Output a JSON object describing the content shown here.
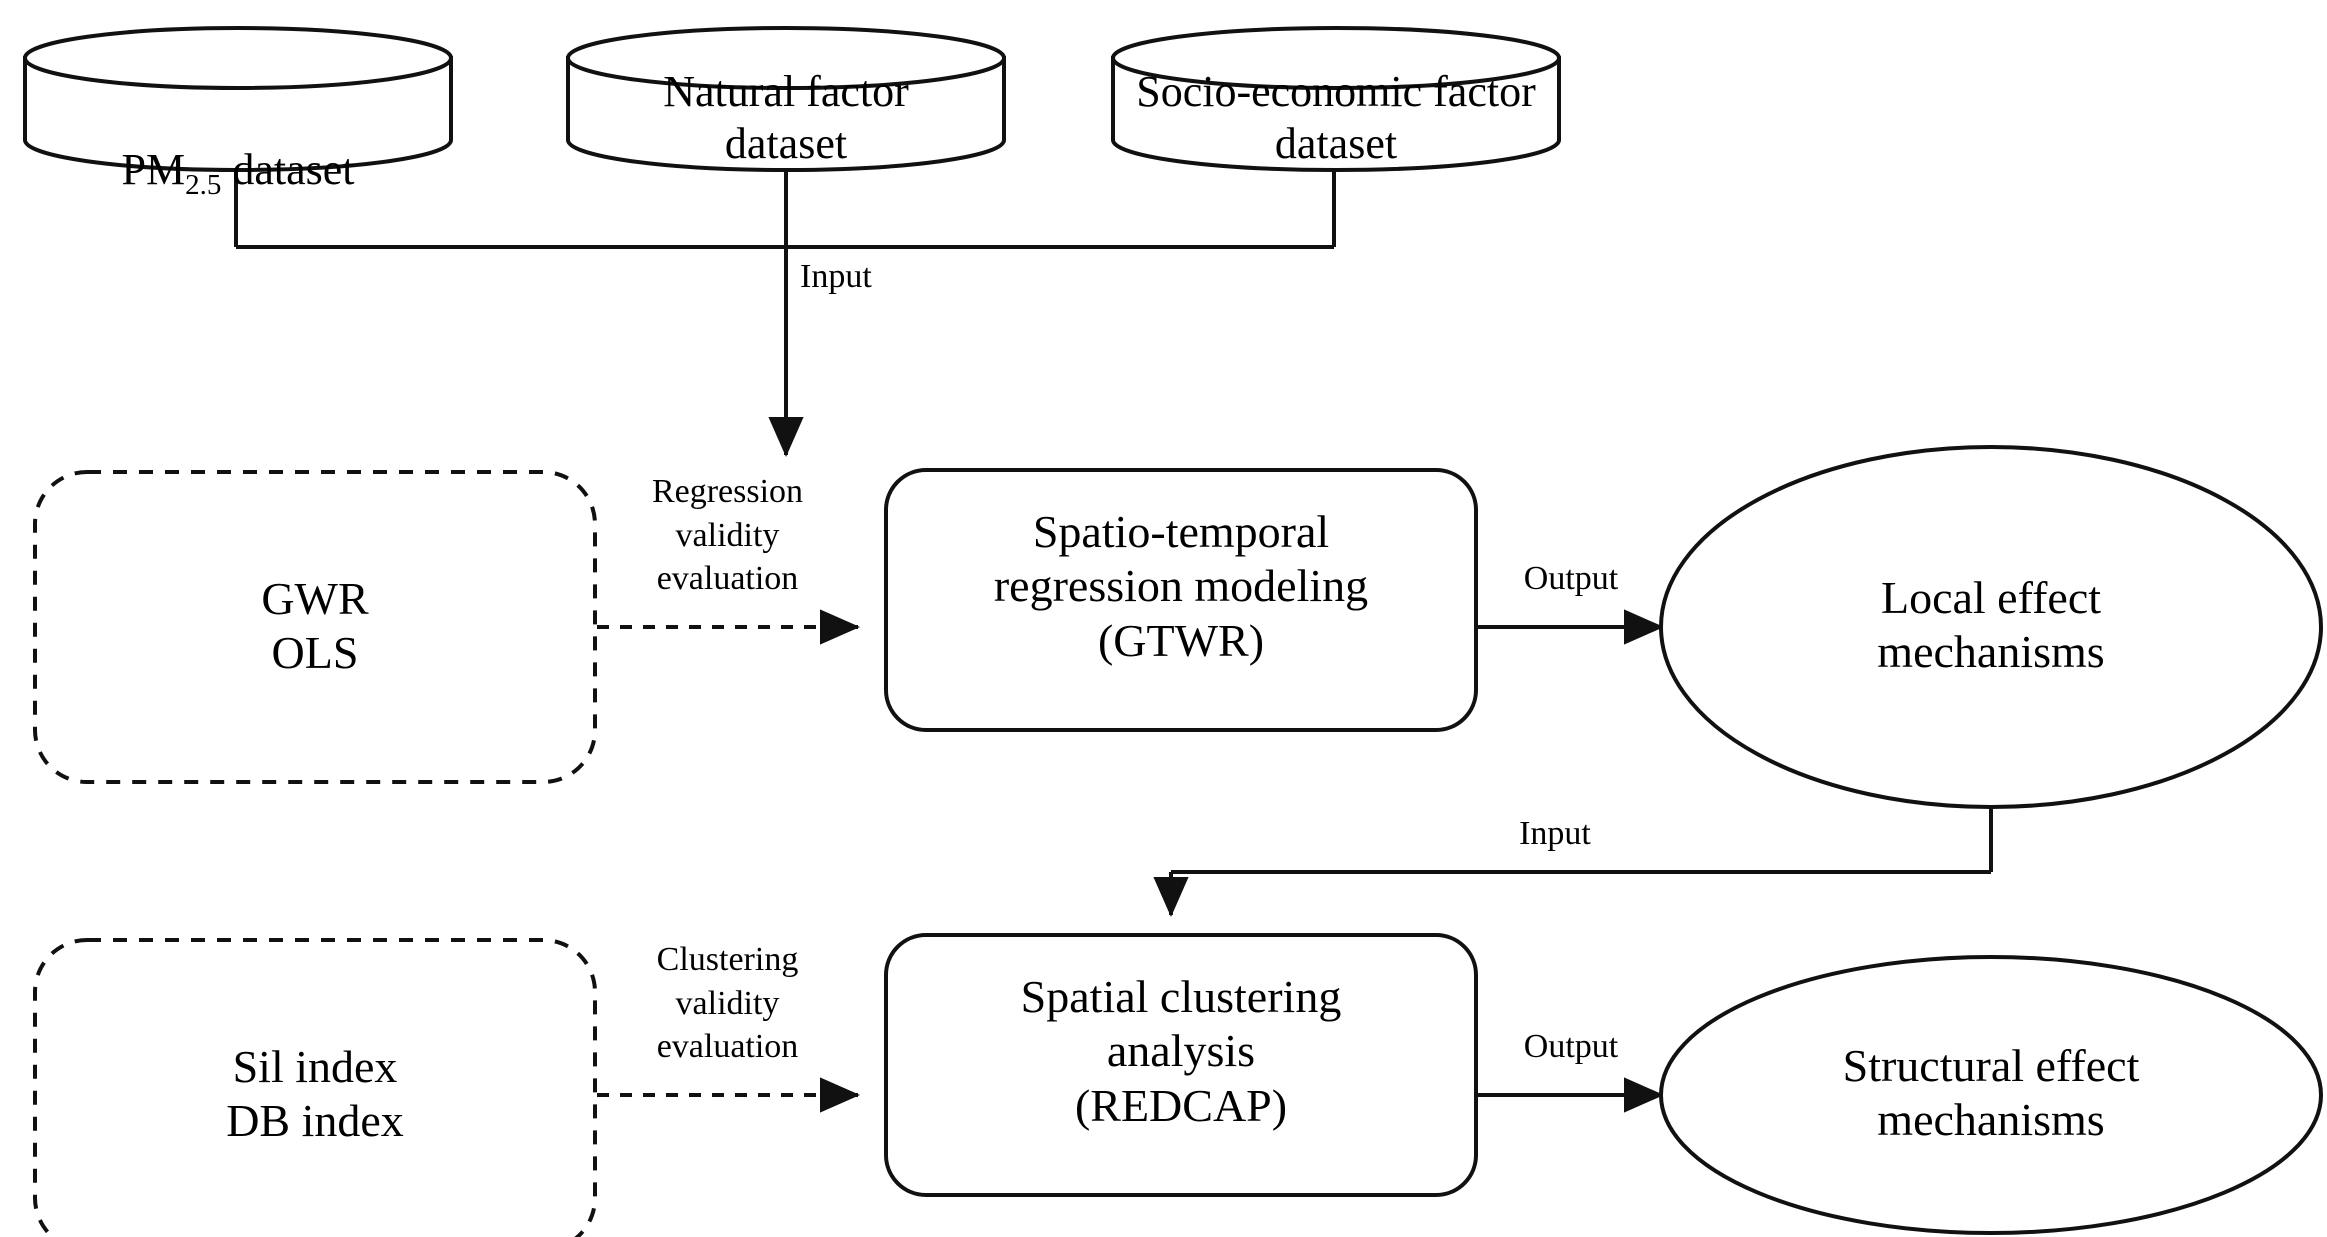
{
  "diagram": {
    "title": "PM2.5 spatio-temporal regression and spatial clustering workflow",
    "stroke_color": "#111111",
    "background_color": "#ffffff",
    "datasets": [
      {
        "id": "pm25",
        "shape": "cylinder",
        "label_prefix": "PM",
        "label_sub": "2.5",
        "label_suffix": " dataset"
      },
      {
        "id": "natural",
        "shape": "cylinder",
        "label": "Natural factor\ndataset"
      },
      {
        "id": "socio",
        "shape": "cylinder",
        "label": "Socio-economic factor\ndataset"
      }
    ],
    "rows": [
      {
        "id": "regression-row",
        "criteria": {
          "id": "gwr-ols",
          "shape": "rounded-rect-dashed",
          "label": "GWR\nOLS"
        },
        "criteria_edge_label": "Regression\nvalidity\nevaluation",
        "process": {
          "id": "gtwr",
          "shape": "rounded-rect",
          "label": "Spatio-temporal\nregression modeling\n(GTWR)"
        },
        "output_edge_label": "Output",
        "result": {
          "id": "local-effect",
          "shape": "ellipse",
          "label": "Local effect\nmechanisms"
        }
      },
      {
        "id": "clustering-row",
        "criteria": {
          "id": "sil-db",
          "shape": "rounded-rect-dashed",
          "label": "Sil index\nDB index"
        },
        "criteria_edge_label": "Clustering\nvalidity\nevaluation",
        "process": {
          "id": "redcap",
          "shape": "rounded-rect",
          "label": "Spatial clustering\nanalysis\n(REDCAP)"
        },
        "output_edge_label": "Output",
        "result": {
          "id": "structural-effect",
          "shape": "ellipse",
          "label": "Structural effect\nmechanisms"
        }
      }
    ],
    "edge_labels": {
      "datasets_to_gtwr": "Input",
      "local_effect_to_redcap": "Input"
    }
  }
}
